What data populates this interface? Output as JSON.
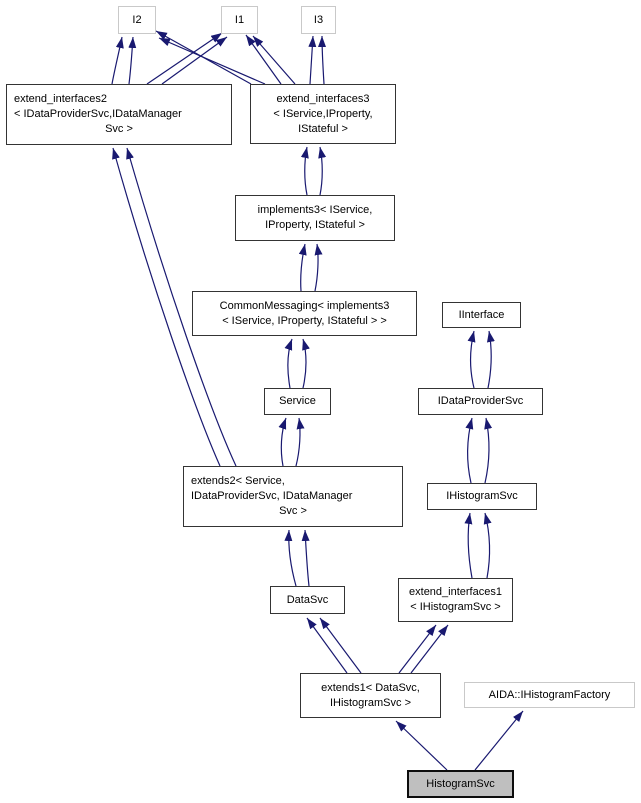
{
  "diagram": {
    "kind": "class-inheritance-graph",
    "current_class": "HistogramSvc",
    "colors": {
      "background": "#ffffff",
      "edge": "#191970",
      "node_border": "#343434",
      "external_node_border": "#c9c9c9",
      "current_node_fill": "#bfbfbf",
      "text": "#000000"
    },
    "nodes": {
      "i2": {
        "label": "I2",
        "kind": "external"
      },
      "i1": {
        "label": "I1",
        "kind": "external"
      },
      "i3": {
        "label": "I3",
        "kind": "external"
      },
      "ei2": {
        "lines": [
          "extend_interfaces2",
          "< IDataProviderSvc,IDataManager",
          "Svc >"
        ],
        "kind": "class"
      },
      "ei3": {
        "lines": [
          "extend_interfaces3",
          "< IService,IProperty,",
          "IStateful >"
        ],
        "kind": "class"
      },
      "impl3": {
        "lines": [
          "implements3< IService,",
          "IProperty, IStateful >"
        ],
        "kind": "class"
      },
      "cm": {
        "lines": [
          "CommonMessaging< implements3",
          "< IService, IProperty, IStateful > >"
        ],
        "kind": "class"
      },
      "iinterface": {
        "label": "IInterface",
        "kind": "class"
      },
      "service": {
        "label": "Service",
        "kind": "class"
      },
      "idps": {
        "label": "IDataProviderSvc",
        "kind": "class"
      },
      "extends2": {
        "lines": [
          "extends2< Service,",
          "IDataProviderSvc, IDataManager",
          "Svc >"
        ],
        "kind": "class"
      },
      "ihistsvc": {
        "label": "IHistogramSvc",
        "kind": "class"
      },
      "datasvc": {
        "label": "DataSvc",
        "kind": "class"
      },
      "ei1": {
        "lines": [
          "extend_interfaces1",
          "< IHistogramSvc >"
        ],
        "kind": "class"
      },
      "extends1": {
        "lines": [
          "extends1< DataSvc,",
          "IHistogramSvc >"
        ],
        "kind": "class"
      },
      "aida": {
        "label": "AIDA::IHistogramFactory",
        "kind": "external"
      },
      "histogramsvc": {
        "label": "HistogramSvc",
        "kind": "current"
      }
    },
    "edges": [
      {
        "from": "extend_interfaces2",
        "to": "I2",
        "count": 2
      },
      {
        "from": "extend_interfaces2",
        "to": "I1",
        "count": 2
      },
      {
        "from": "extend_interfaces3",
        "to": "I2",
        "count": 2
      },
      {
        "from": "extend_interfaces3",
        "to": "I1",
        "count": 2
      },
      {
        "from": "extend_interfaces3",
        "to": "I3",
        "count": 2
      },
      {
        "from": "implements3",
        "to": "extend_interfaces3",
        "count": 2
      },
      {
        "from": "CommonMessaging",
        "to": "implements3",
        "count": 2
      },
      {
        "from": "Service",
        "to": "CommonMessaging",
        "count": 2
      },
      {
        "from": "extends2",
        "to": "Service",
        "count": 2
      },
      {
        "from": "extends2",
        "to": "extend_interfaces2",
        "count": 2
      },
      {
        "from": "DataSvc",
        "to": "extends2",
        "count": 2
      },
      {
        "from": "extends1",
        "to": "DataSvc",
        "count": 2
      },
      {
        "from": "extends1",
        "to": "extend_interfaces1",
        "count": 2
      },
      {
        "from": "extend_interfaces1",
        "to": "IHistogramSvc",
        "count": 2
      },
      {
        "from": "IHistogramSvc",
        "to": "IDataProviderSvc",
        "count": 2
      },
      {
        "from": "IDataProviderSvc",
        "to": "IInterface",
        "count": 2
      },
      {
        "from": "HistogramSvc",
        "to": "extends1",
        "count": 1
      },
      {
        "from": "HistogramSvc",
        "to": "AIDA::IHistogramFactory",
        "count": 1
      }
    ]
  }
}
